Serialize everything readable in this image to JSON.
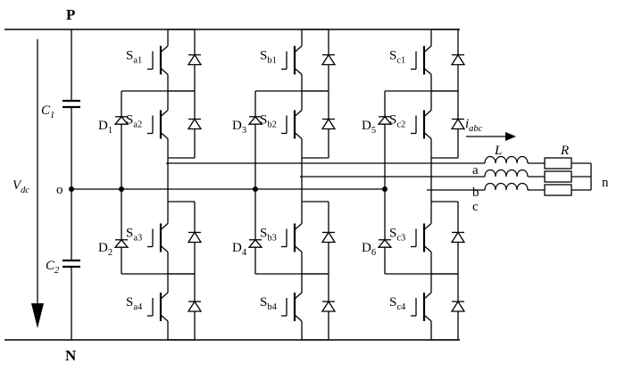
{
  "diagram": {
    "nodes": {
      "positive_bus": "P",
      "negative_bus": "N",
      "midpoint": "o",
      "load_neutral": "n"
    },
    "dc_link": {
      "voltage": {
        "main": "V",
        "sub": "dc"
      },
      "capacitors": [
        {
          "main": "C",
          "sub": "1"
        },
        {
          "main": "C",
          "sub": "2"
        }
      ]
    },
    "legs": [
      {
        "switches": [
          {
            "main": "S",
            "sub": "a1"
          },
          {
            "main": "S",
            "sub": "a2"
          },
          {
            "main": "S",
            "sub": "a3"
          },
          {
            "main": "S",
            "sub": "a4"
          }
        ],
        "clamp_diodes": [
          {
            "main": "D",
            "sub": "1"
          },
          {
            "main": "D",
            "sub": "2"
          }
        ]
      },
      {
        "switches": [
          {
            "main": "S",
            "sub": "b1"
          },
          {
            "main": "S",
            "sub": "b2"
          },
          {
            "main": "S",
            "sub": "b3"
          },
          {
            "main": "S",
            "sub": "b4"
          }
        ],
        "clamp_diodes": [
          {
            "main": "D",
            "sub": "3"
          },
          {
            "main": "D",
            "sub": "4"
          }
        ]
      },
      {
        "switches": [
          {
            "main": "S",
            "sub": "c1"
          },
          {
            "main": "S",
            "sub": "c2"
          },
          {
            "main": "S",
            "sub": "c3"
          },
          {
            "main": "S",
            "sub": "c4"
          }
        ],
        "clamp_diodes": [
          {
            "main": "D",
            "sub": "5"
          },
          {
            "main": "D",
            "sub": "6"
          }
        ]
      }
    ],
    "load": {
      "current": {
        "main": "i",
        "sub": "abc"
      },
      "inductor": "L",
      "resistor": "R",
      "phases": [
        "a",
        "b",
        "c"
      ]
    }
  }
}
